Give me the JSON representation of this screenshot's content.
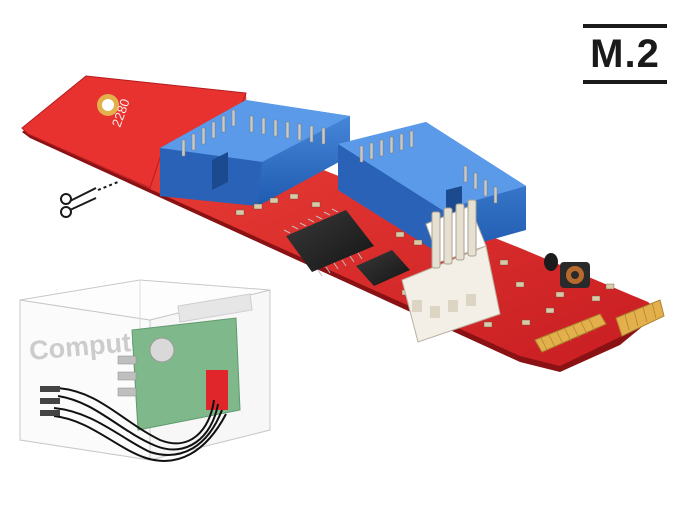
{
  "badge": {
    "text": "M.2"
  },
  "board": {
    "size_label": "2280"
  },
  "illustration": {
    "label": "Computer"
  },
  "colors": {
    "pcb": "#e0262b",
    "header": "#2f6fc9",
    "power_connector": "#f3efe6",
    "gold_contacts": "#e3b04b"
  },
  "icons": {
    "cut": "scissors-icon"
  }
}
